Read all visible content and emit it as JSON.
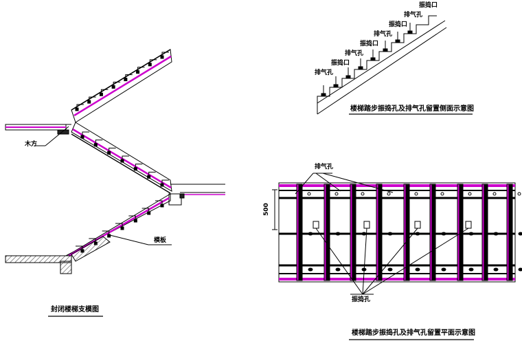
{
  "left_diagram": {
    "caption": "封闭楼梯支模图",
    "label_timber": "木方",
    "label_board": "模板"
  },
  "side_view": {
    "caption": "楼梯踏步振捣孔及排气孔留置侧面示意图",
    "labels": [
      "排气孔",
      "振捣口",
      "排气孔",
      "振捣口",
      "排气孔",
      "振捣口",
      "排气孔",
      "振捣口"
    ]
  },
  "plan_view": {
    "caption": "楼梯踏步振捣孔及排气孔留置平面示意图",
    "label_vent": "排气孔",
    "label_vibration": "振捣孔",
    "dimension": "500"
  },
  "colors": {
    "line": "#000000",
    "accent": "#cc00cc",
    "hatch": "#444444"
  }
}
